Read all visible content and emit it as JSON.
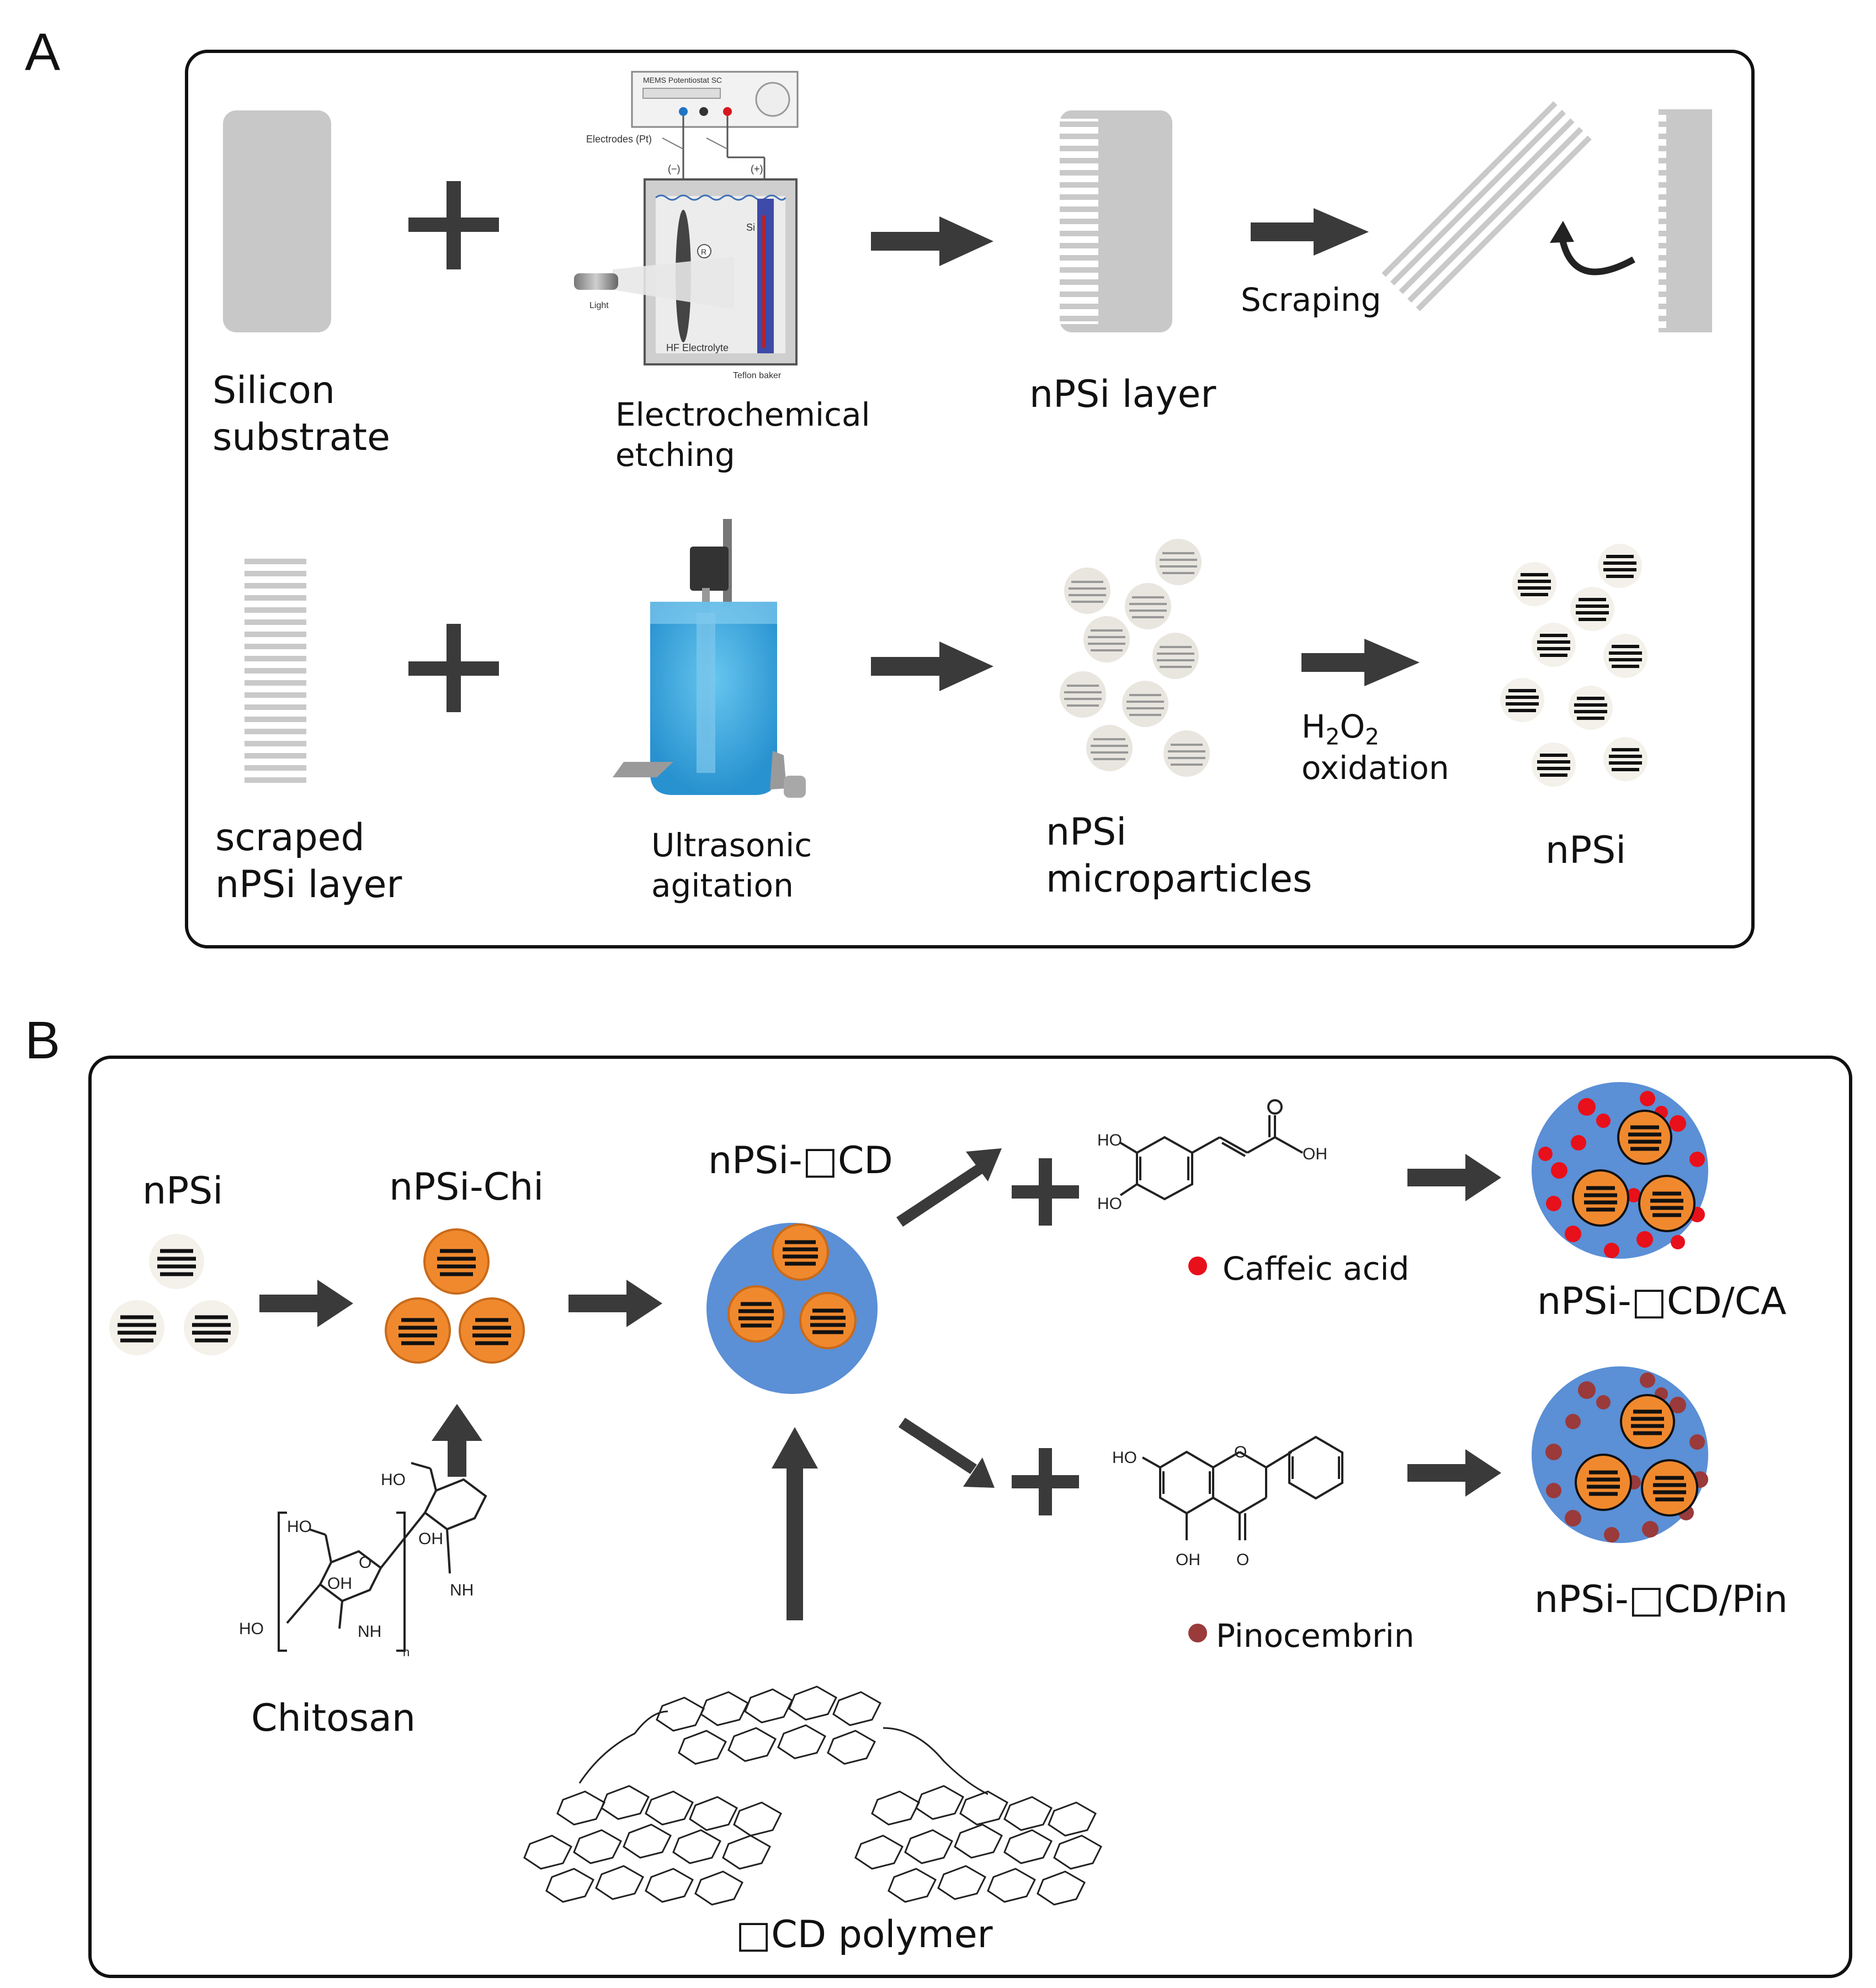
{
  "panel_a": {
    "letter": "A",
    "silicon_substrate": "Silicon\nsubstrate",
    "electrochemical_etching": "Electrochemical\netching",
    "nPSi_layer": "nPSi layer",
    "scraping": "Scraping",
    "scraped_layer": "scraped\nnPSi layer",
    "ultrasonic": "Ultrasonic\nagitation",
    "microparticles": "nPSi\nmicroparticles",
    "oxidation_h": "H",
    "oxidation_2a": "2",
    "oxidation_o": "O",
    "oxidation_2b": "2",
    "oxidation_word": "oxidation",
    "nPSi": "nPSi",
    "potentiostat_title": "MEMS Potentiostat SC",
    "electrodes": "Electrodes (Pt)",
    "minus": "(−)",
    "plus": "(+)",
    "si": "Si",
    "r": "R",
    "light": "Light",
    "hf": "HF Electrolyte",
    "teflon": "Teflon baker"
  },
  "panel_b": {
    "letter": "B",
    "nPSi": "nPSi",
    "nPSi_chi": "nPSi-Chi",
    "nPSi_cd": "nPSi-□CD",
    "caffeic_acid": "Caffeic acid",
    "pinocembrin": "Pinocembrin",
    "nPSi_cd_ca": "nPSi-□CD/CA",
    "nPSi_cd_pin": "nPSi-□CD/Pin",
    "chitosan": "Chitosan",
    "cd_polymer": "□CD polymer",
    "ho": "HO",
    "oh": "OH",
    "o": "O",
    "nh2": "NH",
    "n": "n"
  },
  "colors": {
    "arrow": "#3a3a3a",
    "gray_block": "#c8c8c8",
    "chitosan_orange": "#f0892e",
    "cd_blue": "#5b8fd6",
    "caffeic_red": "#e8101a",
    "pinocembrin_brown": "#9a3a3a",
    "beaker_blue": "#2a9fd8"
  }
}
